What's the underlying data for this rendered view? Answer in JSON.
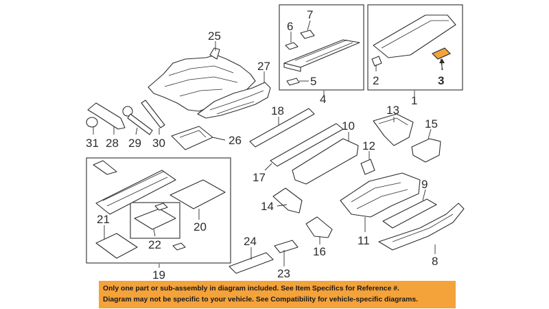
{
  "callouts": [
    {
      "id": "c25",
      "text": "25"
    },
    {
      "id": "c27",
      "text": "27"
    },
    {
      "id": "c6",
      "text": "6"
    },
    {
      "id": "c7",
      "text": "7"
    },
    {
      "id": "c5",
      "text": "5"
    },
    {
      "id": "c4",
      "text": "4"
    },
    {
      "id": "c2",
      "text": "2"
    },
    {
      "id": "c3",
      "text": "3"
    },
    {
      "id": "c1",
      "text": "1"
    },
    {
      "id": "c31",
      "text": "31"
    },
    {
      "id": "c28",
      "text": "28"
    },
    {
      "id": "c29",
      "text": "29"
    },
    {
      "id": "c30",
      "text": "30"
    },
    {
      "id": "c26",
      "text": "26"
    },
    {
      "id": "c18",
      "text": "18"
    },
    {
      "id": "c13",
      "text": "13"
    },
    {
      "id": "c15",
      "text": "15"
    },
    {
      "id": "c10",
      "text": "10"
    },
    {
      "id": "c12",
      "text": "12"
    },
    {
      "id": "c17",
      "text": "17"
    },
    {
      "id": "c9",
      "text": "9"
    },
    {
      "id": "c14",
      "text": "14"
    },
    {
      "id": "c21",
      "text": "21"
    },
    {
      "id": "c20",
      "text": "20"
    },
    {
      "id": "c22",
      "text": "22"
    },
    {
      "id": "c11",
      "text": "11"
    },
    {
      "id": "c16",
      "text": "16"
    },
    {
      "id": "c24",
      "text": "24"
    },
    {
      "id": "c23",
      "text": "23"
    },
    {
      "id": "c19",
      "text": "19"
    },
    {
      "id": "c8",
      "text": "8"
    }
  ],
  "highlight": {
    "part": "3",
    "color": "#f4a23a"
  },
  "notice": {
    "line1": "Only one part or sub-assembly in diagram included. See Item Specifics for Reference #.",
    "line2": "Diagram may not be specific to your vehicle. See Compatibility for vehicle-specific diagrams.",
    "background": "#f4a23a"
  }
}
